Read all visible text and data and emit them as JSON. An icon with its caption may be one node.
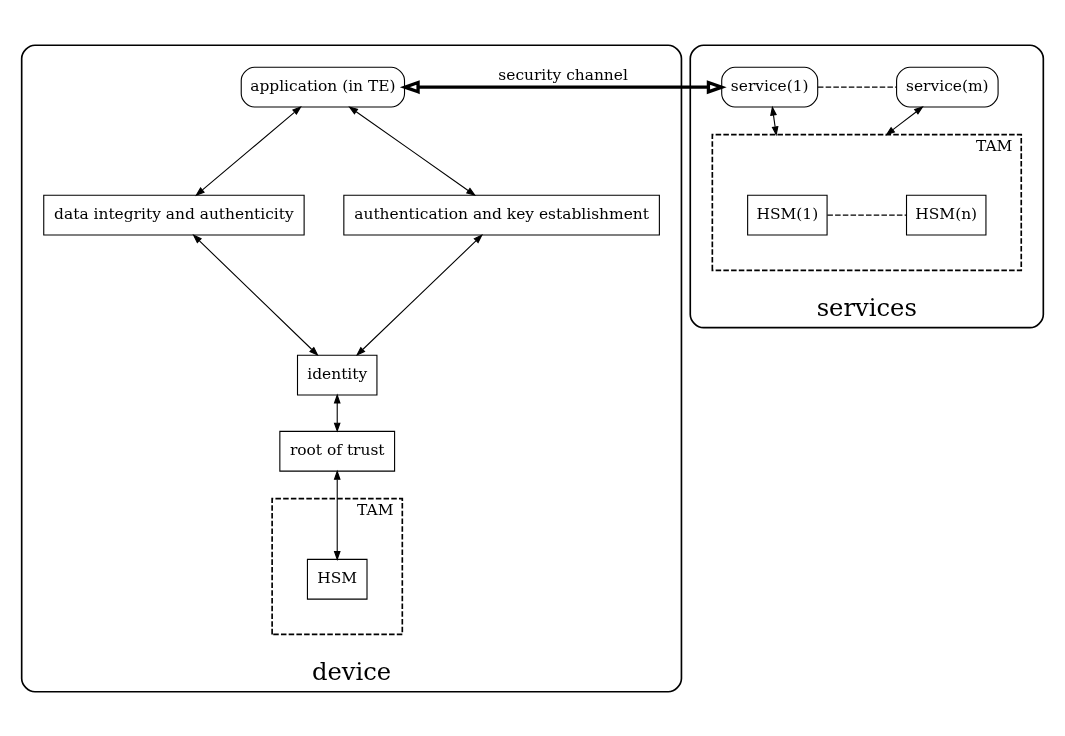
{
  "diagram": {
    "nodes": [
      {
        "text": [
          "device"
        ]
      },
      {
        "text": [
          "application (in TE)"
        ],
        "in": 0
      },
      {
        "text": [
          "data integrity and authenticity"
        ],
        "in": 0
      },
      {
        "text": [
          "authentication and key establishment"
        ],
        "in": 0
      },
      {
        "text": [
          "identity"
        ],
        "in": 0
      },
      {
        "text": [
          "root of trust"
        ],
        "in": 0
      },
      {
        "text": [
          "TAM"
        ],
        "in": 0
      },
      {
        "text": [
          "HSM"
        ],
        "in": 6
      },
      {
        "text": [
          "services"
        ]
      },
      {
        "text": [
          "service(1)"
        ],
        "in": 8
      },
      {
        "text": [
          "service(m)"
        ],
        "in": 8
      },
      {
        "text": [
          "TAM"
        ],
        "in": 8
      },
      {
        "text": [
          "HSM(1)"
        ],
        "in": 11
      },
      {
        "text": [
          "HSM(n)"
        ],
        "in": 11
      }
    ],
    "edges": [
      {
        "from": 1,
        "to": 9,
        "arrow": "both",
        "label": "security channel",
        "style": "thick"
      },
      {
        "from": 1,
        "to": 2,
        "arrow": "both"
      },
      {
        "from": 1,
        "to": 3,
        "arrow": "both"
      },
      {
        "from": 2,
        "to": 4,
        "arrow": "both"
      },
      {
        "from": 3,
        "to": 4,
        "arrow": "both"
      },
      {
        "from": 4,
        "to": 5,
        "arrow": "both"
      },
      {
        "from": 5,
        "to": 7,
        "arrow": "both"
      },
      {
        "from": 9,
        "to": 10,
        "arrow": "none",
        "style": "dashed"
      },
      {
        "from": 9,
        "to": 11,
        "arrow": "both"
      },
      {
        "from": 10,
        "to": 11,
        "arrow": "both"
      },
      {
        "from": 12,
        "to": 13,
        "arrow": "none",
        "style": "dashed"
      }
    ]
  }
}
